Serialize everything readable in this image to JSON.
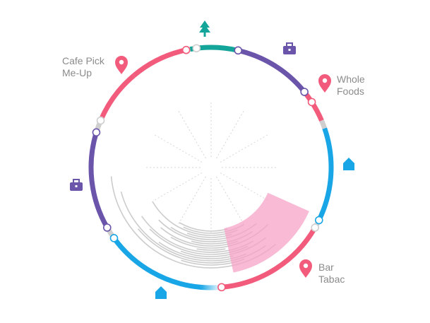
{
  "colors": {
    "work": "#6a55aa",
    "food": "#f25b7b",
    "home": "#19a6e6",
    "outdoor": "#13a59a",
    "gap": "#cfcfcf",
    "inner_line": "#cccccc",
    "highlight": "#f6a3c6",
    "label_text": "#8b8b8b"
  },
  "icons": [
    {
      "name": "tree-icon",
      "category": "outdoor"
    },
    {
      "name": "briefcase-icon",
      "category": "work"
    },
    {
      "name": "map-pin-icon",
      "category": "food",
      "place": "whole_foods"
    },
    {
      "name": "house-icon",
      "category": "home"
    },
    {
      "name": "map-pin-icon",
      "category": "food",
      "place": "bar_tabac"
    },
    {
      "name": "house-icon",
      "category": "home"
    },
    {
      "name": "briefcase-icon",
      "category": "work"
    },
    {
      "name": "map-pin-icon",
      "category": "food",
      "place": "cafe"
    }
  ],
  "places": {
    "cafe": {
      "line1": "Cafe Pick",
      "line2": "Me-Up"
    },
    "whole_foods": {
      "line1": "Whole",
      "line2": "Foods"
    },
    "bar_tabac": {
      "line1": "Bar",
      "line2": "Tabac"
    }
  }
}
